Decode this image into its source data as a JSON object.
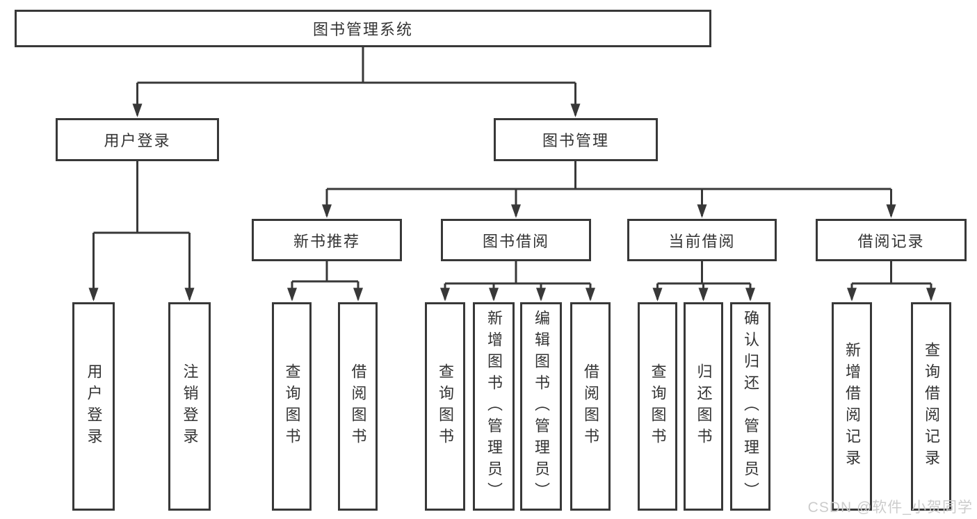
{
  "root": {
    "label": "图书管理系统"
  },
  "level2": [
    {
      "label": "用户登录"
    },
    {
      "label": "图书管理"
    }
  ],
  "level3": [
    {
      "label": "新书推荐"
    },
    {
      "label": "图书借阅"
    },
    {
      "label": "当前借阅"
    },
    {
      "label": "借阅记录"
    }
  ],
  "leaves": {
    "login": [
      "用户登录",
      "注销登录"
    ],
    "recommend": [
      "查询图书",
      "借阅图书"
    ],
    "borrow": [
      "查询图书",
      "新增图书（管理员）",
      "编辑图书（管理员）",
      "借阅图书"
    ],
    "current": [
      "查询图书",
      "归还图书",
      "确认归还（管理员）"
    ],
    "records": [
      "新增借阅记录",
      "查询借阅记录"
    ]
  },
  "watermark": "CSDN @软件_小贺同学",
  "colors": {
    "line": "#383838",
    "text": "#333333",
    "box_background": "#ffffff",
    "watermark": "#cccccc"
  }
}
